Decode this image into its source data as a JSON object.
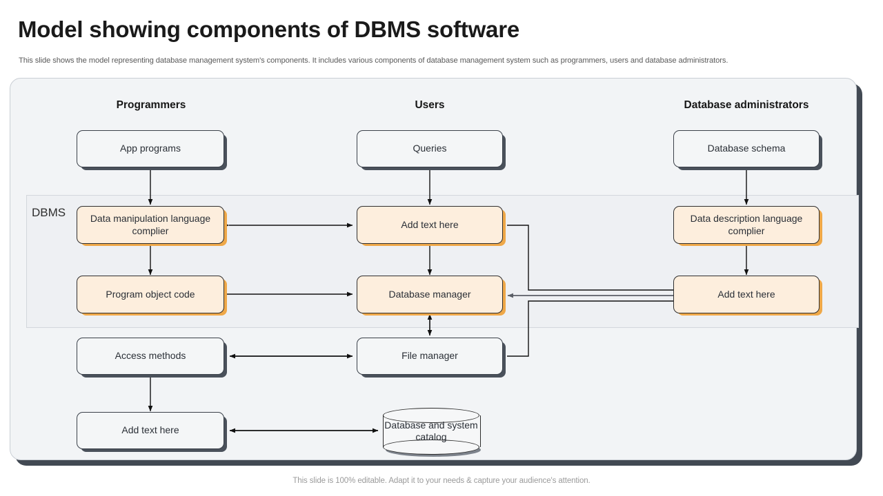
{
  "page": {
    "title": "Model showing components of DBMS software",
    "subtitle": "This slide shows the model representing database management system's components. It includes various components of database management system such as programmers, users and database administrators.",
    "footer": "This slide is 100% editable. Adapt it to your needs & capture your audience's attention."
  },
  "diagram": {
    "region_label": "DBMS",
    "columns": [
      {
        "id": "programmers",
        "label": "Programmers"
      },
      {
        "id": "users",
        "label": "Users"
      },
      {
        "id": "dba",
        "label": "Database administrators"
      }
    ],
    "nodes": {
      "app_programs": "App programs",
      "queries": "Queries",
      "database_schema": "Database schema",
      "dml_compiler": "Data manipulation language complier",
      "add_text_center": "Add text here",
      "ddl_compiler": "Data description language complier",
      "program_object_code": "Program object code",
      "database_manager": "Database manager",
      "add_text_right": "Add text here",
      "access_methods": "Access methods",
      "file_manager": "File manager",
      "add_text_left": "Add text here",
      "database_catalog": "Database and system catalog"
    },
    "colors": {
      "panel_background": "#f2f4f6",
      "panel_shadow": "#424953",
      "band_background": "#eef0f3",
      "node_gray_fill": "#f4f6f7",
      "node_gray_shadow": "#4a515b",
      "node_orange_fill": "#fdeedd",
      "node_orange_shadow": "#efa848",
      "stroke": "#2b2b2b"
    }
  }
}
